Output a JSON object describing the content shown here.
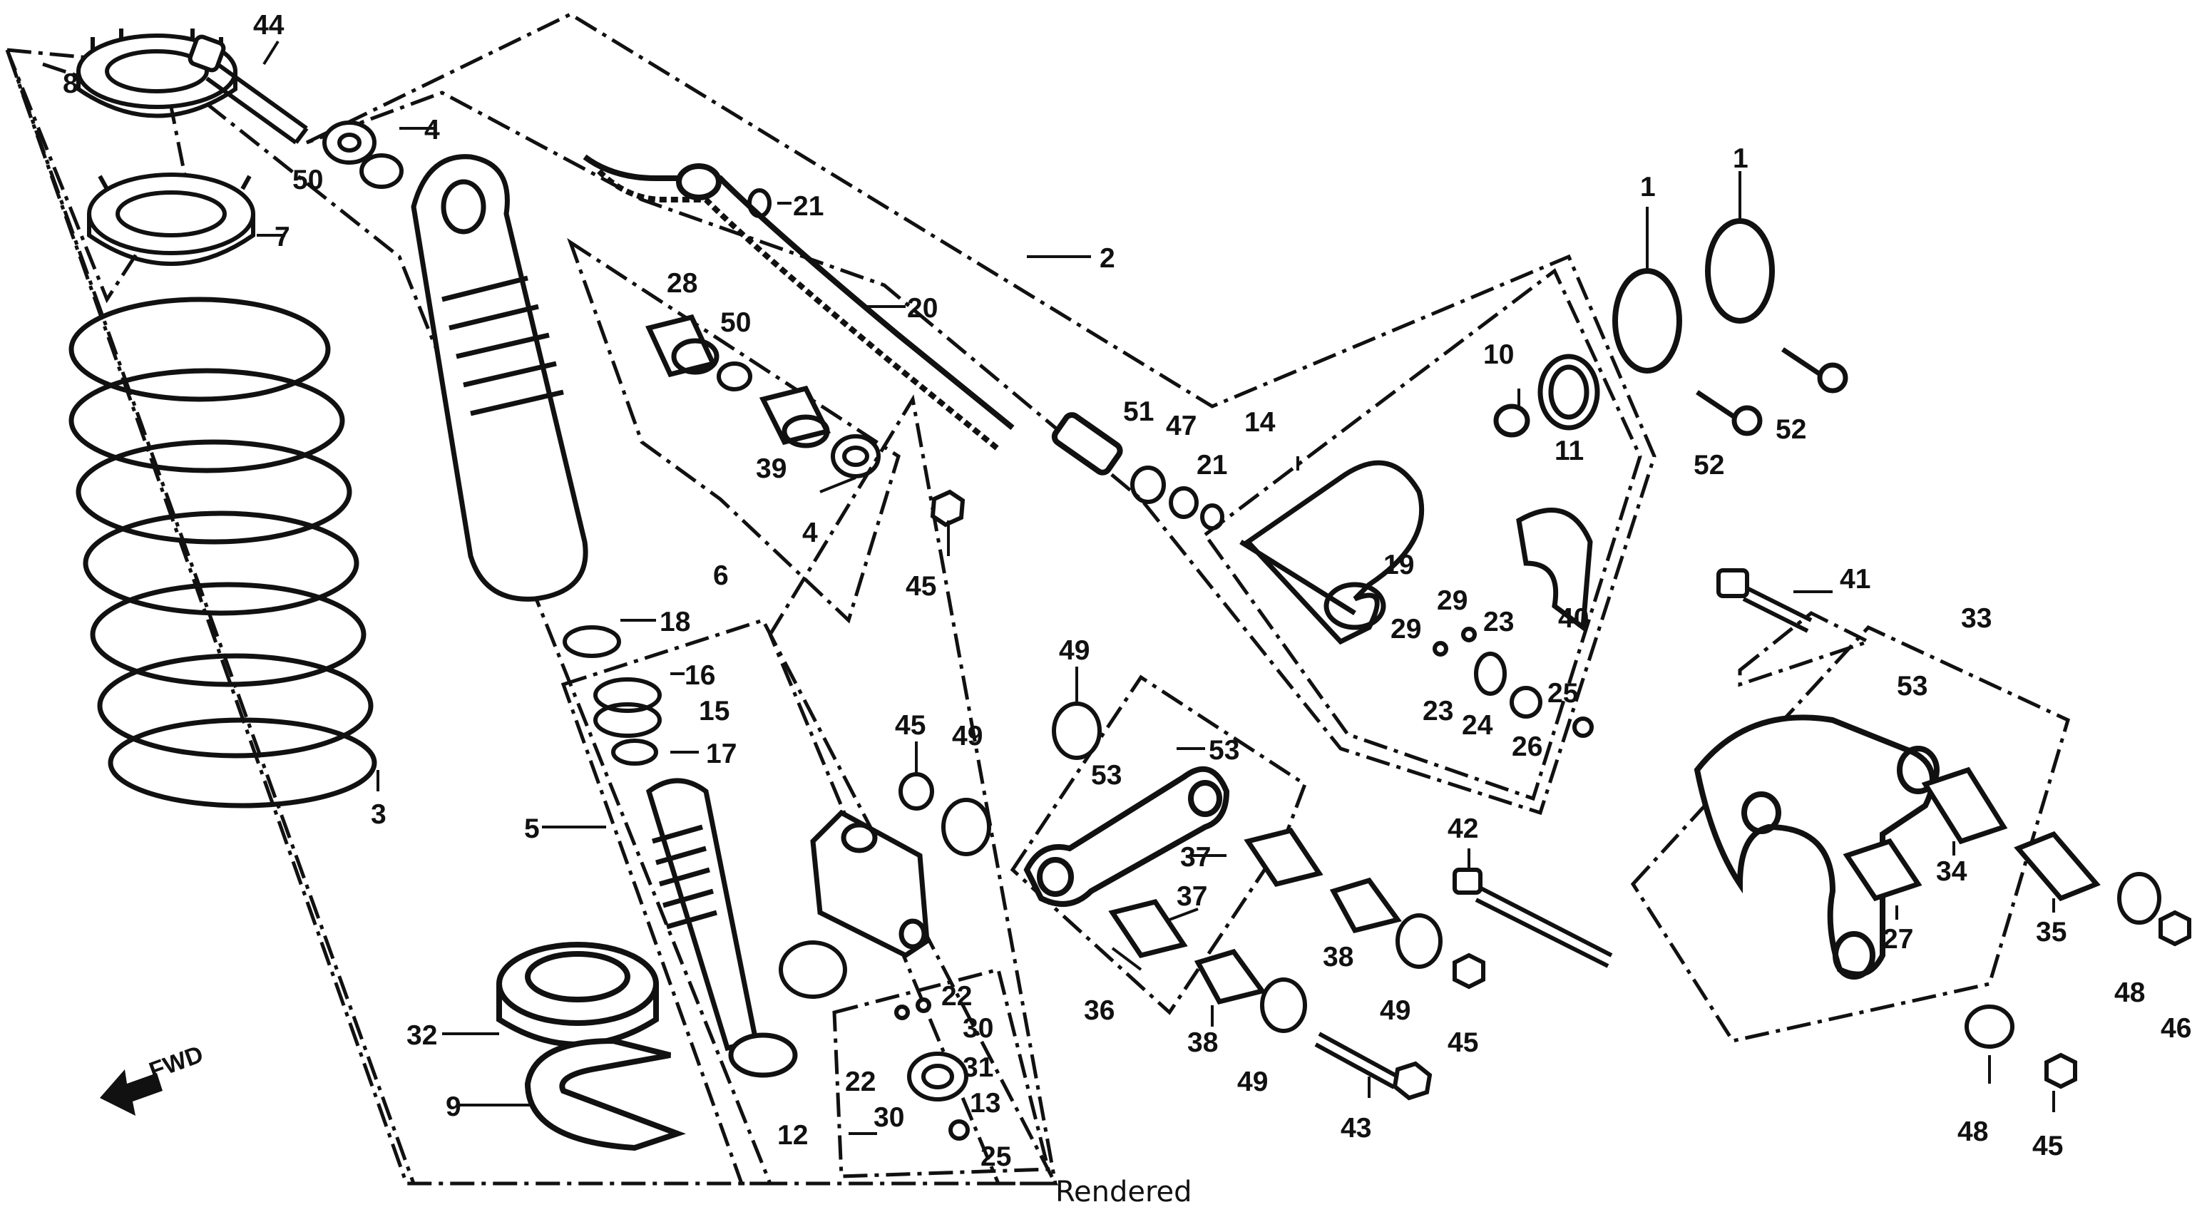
{
  "diagram": {
    "direction_label": "FWD",
    "caption": "Rendered",
    "callouts": [
      {
        "id": "c44",
        "text": "44"
      },
      {
        "id": "c8",
        "text": "8"
      },
      {
        "id": "c4a",
        "text": "4"
      },
      {
        "id": "c50a",
        "text": "50"
      },
      {
        "id": "c7",
        "text": "7"
      },
      {
        "id": "c21a",
        "text": "21"
      },
      {
        "id": "c2",
        "text": "2"
      },
      {
        "id": "c28",
        "text": "28"
      },
      {
        "id": "c50b",
        "text": "50"
      },
      {
        "id": "c20",
        "text": "20"
      },
      {
        "id": "c39",
        "text": "39"
      },
      {
        "id": "c4b",
        "text": "4"
      },
      {
        "id": "c45a",
        "text": "45"
      },
      {
        "id": "c51",
        "text": "51"
      },
      {
        "id": "c47",
        "text": "47"
      },
      {
        "id": "c14",
        "text": "14"
      },
      {
        "id": "c21b",
        "text": "21"
      },
      {
        "id": "c10",
        "text": "10"
      },
      {
        "id": "c11",
        "text": "11"
      },
      {
        "id": "c1a",
        "text": "1"
      },
      {
        "id": "c1b",
        "text": "1"
      },
      {
        "id": "c52a",
        "text": "52"
      },
      {
        "id": "c52b",
        "text": "52"
      },
      {
        "id": "c19",
        "text": "19"
      },
      {
        "id": "c29a",
        "text": "29"
      },
      {
        "id": "c29b",
        "text": "29"
      },
      {
        "id": "c23a",
        "text": "23"
      },
      {
        "id": "c40",
        "text": "40"
      },
      {
        "id": "c23b",
        "text": "23"
      },
      {
        "id": "c24",
        "text": "24"
      },
      {
        "id": "c25a",
        "text": "25"
      },
      {
        "id": "c26",
        "text": "26"
      },
      {
        "id": "c41",
        "text": "41"
      },
      {
        "id": "c33",
        "text": "33"
      },
      {
        "id": "c53a",
        "text": "53"
      },
      {
        "id": "c3",
        "text": "3"
      },
      {
        "id": "c18",
        "text": "18"
      },
      {
        "id": "c6",
        "text": "6"
      },
      {
        "id": "c16",
        "text": "16"
      },
      {
        "id": "c15",
        "text": "15"
      },
      {
        "id": "c17",
        "text": "17"
      },
      {
        "id": "c5",
        "text": "5"
      },
      {
        "id": "c49a",
        "text": "49"
      },
      {
        "id": "c45b",
        "text": "45"
      },
      {
        "id": "c49b",
        "text": "49"
      },
      {
        "id": "c53b",
        "text": "53"
      },
      {
        "id": "c53c",
        "text": "53"
      },
      {
        "id": "c37a",
        "text": "37"
      },
      {
        "id": "c37b",
        "text": "37"
      },
      {
        "id": "c42",
        "text": "42"
      },
      {
        "id": "c34",
        "text": "34"
      },
      {
        "id": "c27",
        "text": "27"
      },
      {
        "id": "c35",
        "text": "35"
      },
      {
        "id": "c48a",
        "text": "48"
      },
      {
        "id": "c46",
        "text": "46"
      },
      {
        "id": "c32",
        "text": "32"
      },
      {
        "id": "c9",
        "text": "9"
      },
      {
        "id": "c22a",
        "text": "22"
      },
      {
        "id": "c30a",
        "text": "30"
      },
      {
        "id": "c31",
        "text": "31"
      },
      {
        "id": "c22b",
        "text": "22"
      },
      {
        "id": "c30b",
        "text": "30"
      },
      {
        "id": "c13",
        "text": "13"
      },
      {
        "id": "c12",
        "text": "12"
      },
      {
        "id": "c25b",
        "text": "25"
      },
      {
        "id": "c36",
        "text": "36"
      },
      {
        "id": "c38a",
        "text": "38"
      },
      {
        "id": "c49c",
        "text": "49"
      },
      {
        "id": "c45c",
        "text": "45"
      },
      {
        "id": "c38b",
        "text": "38"
      },
      {
        "id": "c49d",
        "text": "49"
      },
      {
        "id": "c43",
        "text": "43"
      },
      {
        "id": "c48b",
        "text": "48"
      },
      {
        "id": "c45d",
        "text": "45"
      }
    ]
  }
}
